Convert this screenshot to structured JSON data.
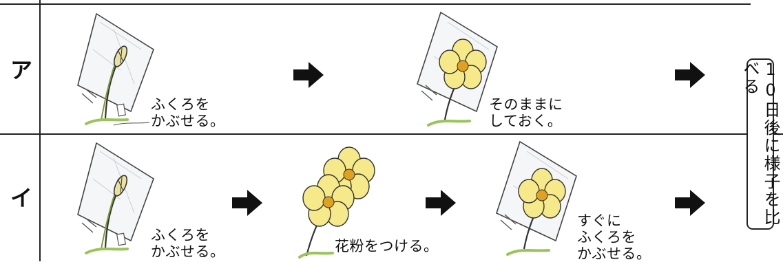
{
  "rows": [
    {
      "label": "ア",
      "steps": [
        {
          "caption_lines": [
            "ふくろを",
            "かぶせる。"
          ],
          "icon": "bagged-bud-icon"
        },
        {
          "caption_lines": [
            "そのままに",
            "しておく。"
          ],
          "icon": "bagged-flower-icon"
        }
      ]
    },
    {
      "label": "イ",
      "steps": [
        {
          "caption_lines": [
            "ふくろを",
            "かぶせる。"
          ],
          "icon": "bagged-bud-icon"
        },
        {
          "caption_lines": [
            "花粉をつける。"
          ],
          "icon": "two-flowers-icon"
        },
        {
          "caption_lines": [
            "すぐに",
            "ふくろを",
            "かぶせる。"
          ],
          "icon": "bagged-flower-icon"
        }
      ]
    }
  ],
  "side_label": "10日後に様子を比べる",
  "colors": {
    "petal": "#f6e98a",
    "petal_center": "#e0a020",
    "leaf": "#9cc35a",
    "line": "#222222"
  }
}
